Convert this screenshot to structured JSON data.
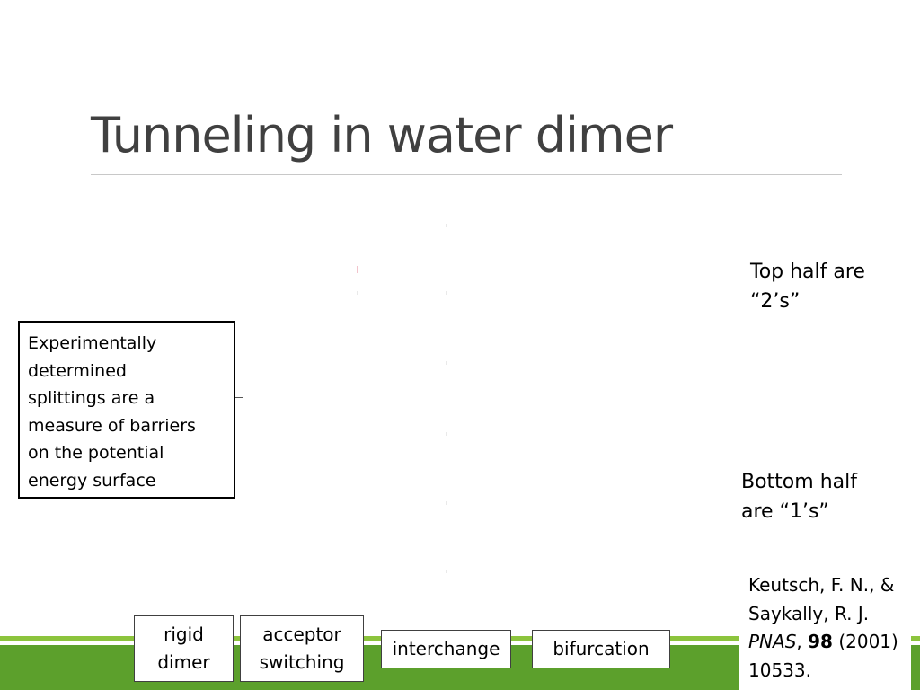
{
  "slide": {
    "title": "Tunneling in water dimer",
    "notes": {
      "top_line1": "Top half are",
      "top_line2": "“2’s”",
      "bottom_line1": "Bottom half",
      "bottom_line2": "are “1’s”"
    },
    "callout": {
      "lines": [
        "Experimentally",
        "determined",
        "splittings are a",
        "measure of barriers",
        "on the potential",
        "energy surface"
      ]
    },
    "labels": {
      "rigid": [
        "rigid",
        "dimer"
      ],
      "acceptor": [
        "acceptor",
        "switching"
      ],
      "interchange": "interchange",
      "bifurcation": "bifurcation"
    },
    "reference": {
      "line1": "Keutsch, F. N., &",
      "line2": "Saykally, R. J.",
      "journal": "PNAS",
      "sep": ", ",
      "volume": "98",
      "year": " (2001)",
      "pages": "10533."
    },
    "colors": {
      "title": "#404040",
      "band_light": "#8cc43d",
      "band_dark": "#5ca02c"
    }
  }
}
